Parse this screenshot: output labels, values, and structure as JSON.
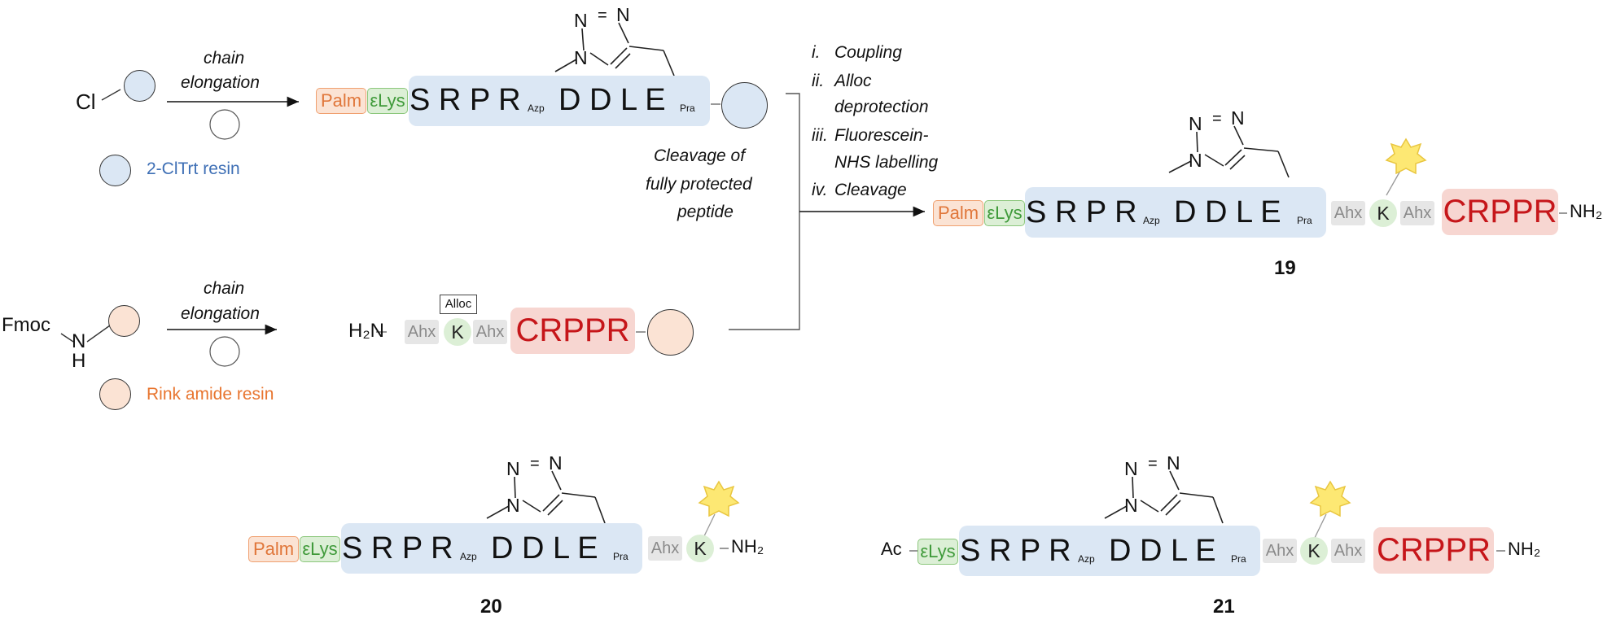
{
  "top_route": {
    "chloride": "Cl",
    "arrow_label_1": "chain",
    "arrow_label_2": "elongation",
    "resin_legend": "2-ClTrt resin",
    "palm": "Palm",
    "elys": "εLys",
    "seq_1": "S R P R",
    "azp": "Azp",
    "seq_2": "D D L E",
    "pra": "Pra",
    "cleavage_1": "Cleavage of",
    "cleavage_2": "fully protected",
    "cleavage_3": "peptide",
    "triazole_n1": "N",
    "triazole_n2": "N",
    "triazole_n3": "N",
    "triazole_eq": "="
  },
  "bottom_route": {
    "fmoc": "Fmoc",
    "nh_n": "N",
    "nh_h": "H",
    "arrow_label_1": "chain",
    "arrow_label_2": "elongation",
    "resin_legend": "Rink amide resin",
    "h2n": "H₂N",
    "ahx1": "Ahx",
    "alloc": "Alloc",
    "k": "K",
    "ahx2": "Ahx",
    "crppr": "CRPPR"
  },
  "steps": [
    {
      "num": "i.",
      "text": "Coupling"
    },
    {
      "num": "ii.",
      "text": "Alloc"
    },
    {
      "num": "",
      "text": "deprotection"
    },
    {
      "num": "iii.",
      "text": "Fluorescein-"
    },
    {
      "num": "",
      "text": "NHS labelling"
    },
    {
      "num": "iv.",
      "text": "Cleavage"
    }
  ],
  "compound_19": {
    "label": "19",
    "palm": "Palm",
    "elys": "εLys",
    "seq_1": "S R P R",
    "azp": "Azp",
    "seq_2": "D D L E",
    "pra": "Pra",
    "ahx1": "Ahx",
    "k": "K",
    "ahx2": "Ahx",
    "crppr": "CRPPR",
    "nh2": "NH₂"
  },
  "compound_20": {
    "label": "20",
    "palm": "Palm",
    "elys": "εLys",
    "seq_1": "S R P R",
    "azp": "Azp",
    "seq_2": "D D L E",
    "pra": "Pra",
    "ahx1": "Ahx",
    "k": "K",
    "nh2": "NH₂"
  },
  "compound_21": {
    "label": "21",
    "ac": "Ac",
    "elys": "εLys",
    "seq_1": "S R P R",
    "azp": "Azp",
    "seq_2": "D D L E",
    "pra": "Pra",
    "ahx1": "Ahx",
    "k": "K",
    "ahx2": "Ahx",
    "crppr": "CRPPR",
    "nh2": "NH₂"
  },
  "colors": {
    "peptide_blue": "#dbe7f4",
    "palm_orange": "#e0763a",
    "elys_green": "#3f9a3a",
    "crppr_red": "#c6161a",
    "legend_blue": "#3e6fb5",
    "legend_orange": "#e8752f",
    "star_yellow": "#fde873"
  }
}
